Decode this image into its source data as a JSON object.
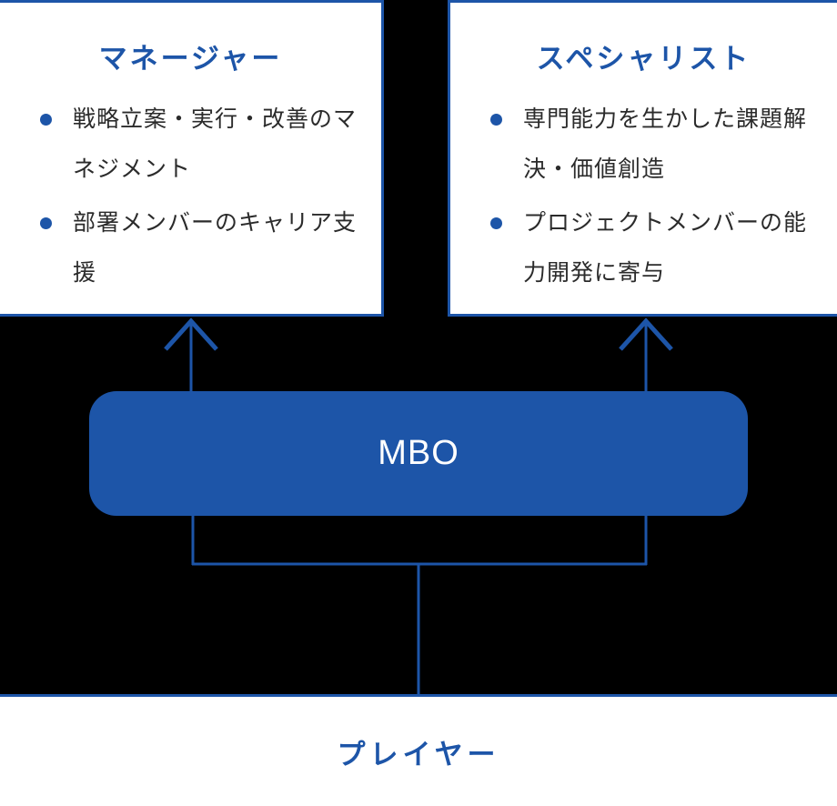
{
  "diagram": {
    "accent_color": "#1D55A8",
    "background_color": "#000000",
    "box_background_color": "#FFFFFF",
    "body_text_color": "#2B2B2B"
  },
  "top_roles": [
    {
      "title": "マネージャー",
      "bullets": [
        "戦略立案・実行・改善のマネジメント",
        "部署メンバーのキャリア支援"
      ]
    },
    {
      "title": "スペシャリスト",
      "bullets": [
        "専門能力を生かした課題解決・価値創造",
        "プロジェクトメンバーの能力開発に寄与"
      ]
    }
  ],
  "center_node": {
    "label": "MBO"
  },
  "bottom_node": {
    "label": "プレイヤー"
  }
}
